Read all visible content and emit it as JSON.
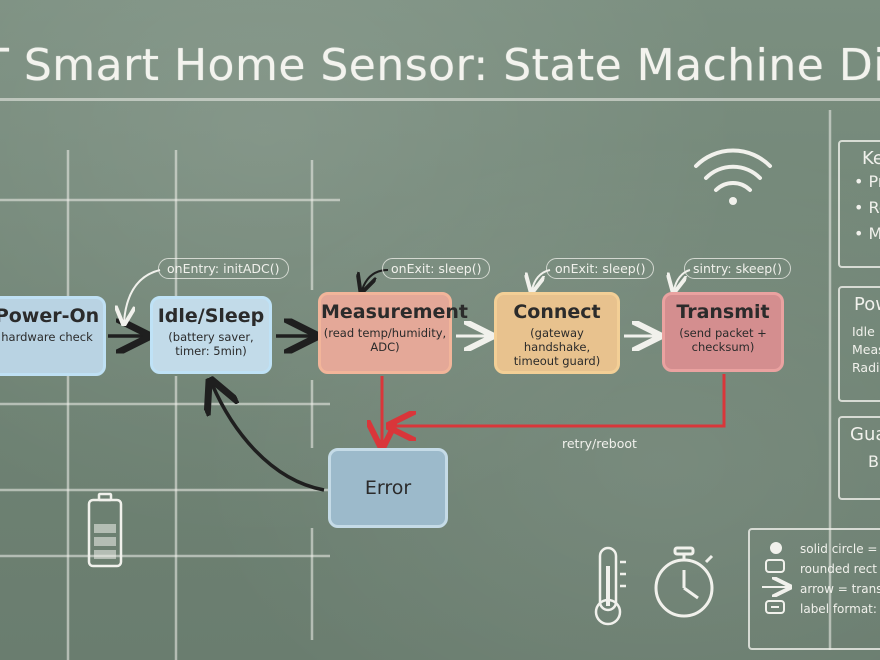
{
  "title": "T Smart Home Sensor: State Machine Diag",
  "states": {
    "power_on": {
      "name": "Power-On",
      "sub": "hardware check"
    },
    "idle": {
      "name": "Idle/Sleep",
      "sub1": "(battery saver,",
      "sub2": "timer: 5min)"
    },
    "measurement": {
      "name": "Measurement",
      "sub1": "(read temp/humidity,",
      "sub2": "ADC)"
    },
    "connect": {
      "name": "Connect",
      "sub1": "(gateway handshake,",
      "sub2": "timeout guard)"
    },
    "transmit": {
      "name": "Transmit",
      "sub1": "(send packet +",
      "sub2": "checksum)"
    },
    "error": {
      "name": "Error"
    }
  },
  "annotations": {
    "idle_entry": "onEntry: initADC()",
    "meas_exit": "onExit: sleep()",
    "conn_exit": "onExit: sleep()",
    "trans_entry": "sintry: skeep()",
    "retry": "retry/reboot"
  },
  "key_panel": {
    "heading": "Ke",
    "items": [
      "• Pr",
      "• Ro",
      "• Ma"
    ]
  },
  "power_panel": {
    "heading": "Pow",
    "items": [
      "Idle",
      "Meas",
      "Radi"
    ]
  },
  "guard_panel": {
    "heading": "Gua",
    "item": "B"
  },
  "legend": {
    "items": [
      "solid circle =",
      "rounded rect",
      "arrow = trans",
      "label format:"
    ]
  },
  "icons": [
    "wifi-icon",
    "battery-icon",
    "thermometer-icon",
    "stopwatch-icon"
  ],
  "colors": {
    "board": "#6f8374",
    "chalk": "#f1f1ec",
    "error_arrow": "#d9363a",
    "black_arrow": "#1f1f1f",
    "idle_fill": "#c2dbe9",
    "measure_fill": "#e4a898",
    "connect_fill": "#e8c28e",
    "transmit_fill": "#d48e8f",
    "error_fill": "#9cbacb"
  }
}
